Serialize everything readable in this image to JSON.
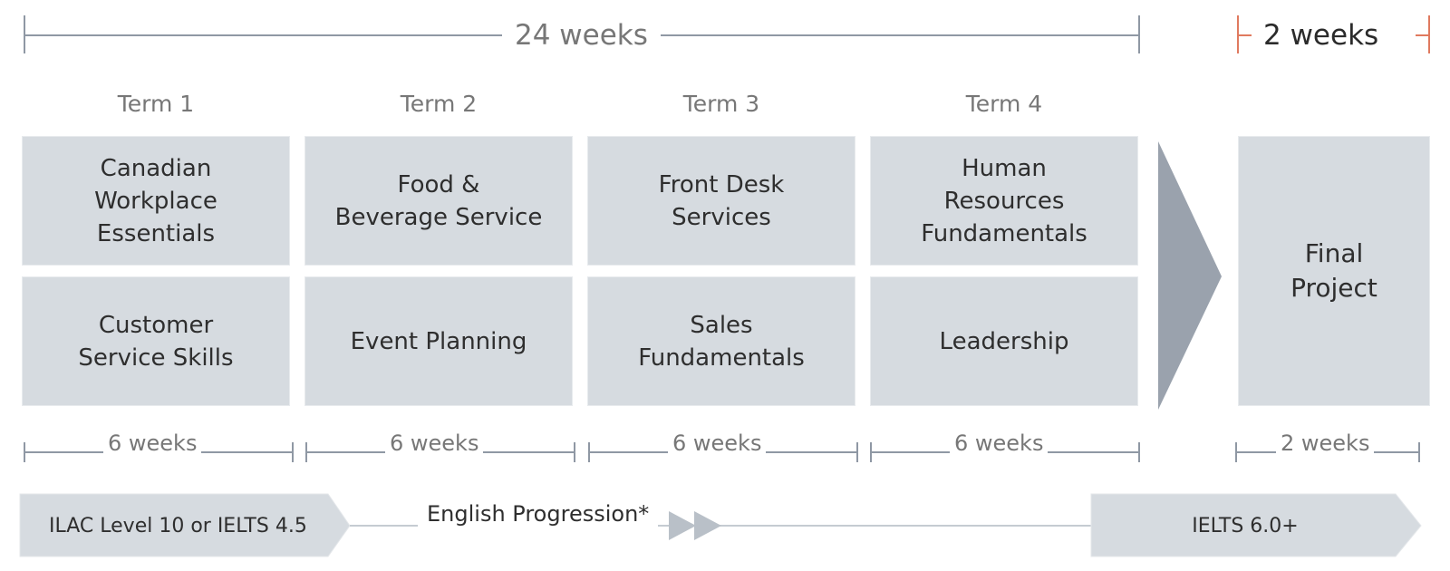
{
  "top": {
    "main_duration": "24 weeks",
    "final_duration": "2 weeks"
  },
  "terms": [
    {
      "label": "Term 1",
      "courses": [
        [
          "Canadian",
          "Workplace",
          "Essentials"
        ],
        [
          "Customer",
          "Service Skills"
        ]
      ],
      "duration": "6 weeks"
    },
    {
      "label": "Term 2",
      "courses": [
        [
          "Food &",
          "Beverage Service"
        ],
        [
          "Event Planning"
        ]
      ],
      "duration": "6 weeks"
    },
    {
      "label": "Term 3",
      "courses": [
        [
          "Front Desk",
          "Services"
        ],
        [
          "Sales",
          "Fundamentals"
        ]
      ],
      "duration": "6 weeks"
    },
    {
      "label": "Term 4",
      "courses": [
        [
          "Human",
          "Resources",
          "Fundamentals"
        ],
        [
          "Leadership"
        ]
      ],
      "duration": "6 weeks"
    }
  ],
  "final_project": {
    "lines": [
      "Final",
      "Project"
    ],
    "duration": "2 weeks"
  },
  "english": {
    "start": "ILAC Level 10 or IELTS 4.5",
    "progression": "English Progression*",
    "end": "IELTS 6.0+"
  },
  "colors": {
    "box": "#d6dbe0",
    "arrow": "#9aa2ad",
    "line": "#8f98a4",
    "accent": "#e07a5f"
  }
}
